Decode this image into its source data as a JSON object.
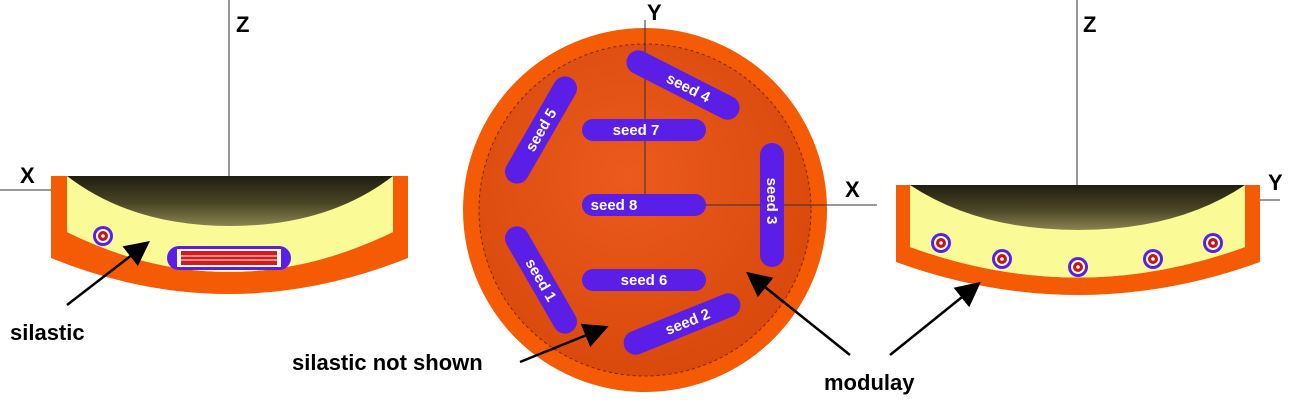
{
  "left_view": {
    "axis_h": "X",
    "axis_v": "Z",
    "callout": "silastic"
  },
  "center_view": {
    "axis_v": "Y",
    "axis_h": "X",
    "callout_left": "silastic not shown",
    "seeds": {
      "s1": "seed 1",
      "s2": "seed 2",
      "s3": "seed 3",
      "s4": "seed 4",
      "s5": "seed 5",
      "s6": "seed 6",
      "s7": "seed 7",
      "s8": "seed 8"
    }
  },
  "right_view": {
    "axis_v": "Z",
    "axis_h": "Y"
  },
  "shared_callout": "modulay",
  "colors": {
    "modulay": "#f55a05",
    "silastic": "#fafa96",
    "seed": "#5a1ee6",
    "seed_core": "#d41a1a",
    "eye_dark": "#2f2a14"
  }
}
